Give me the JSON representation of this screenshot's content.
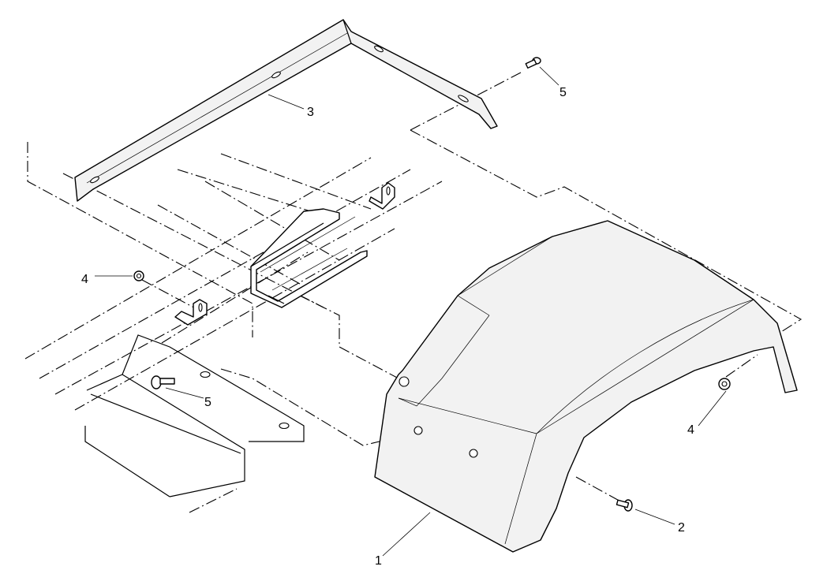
{
  "diagram": {
    "callouts": [
      {
        "id": "1",
        "label": "1"
      },
      {
        "id": "2",
        "label": "2"
      },
      {
        "id": "3",
        "label": "3"
      },
      {
        "id": "4a",
        "label": "4"
      },
      {
        "id": "4b",
        "label": "4"
      },
      {
        "id": "5a",
        "label": "5"
      },
      {
        "id": "5b",
        "label": "5"
      }
    ],
    "parts": [
      {
        "number": "1",
        "icon": "fender-icon"
      },
      {
        "number": "2",
        "icon": "carriage-bolt-icon"
      },
      {
        "number": "3",
        "icon": "angle-bracket-icon"
      },
      {
        "number": "4",
        "icon": "flange-nut-icon"
      },
      {
        "number": "5",
        "icon": "bolt-icon"
      }
    ]
  }
}
